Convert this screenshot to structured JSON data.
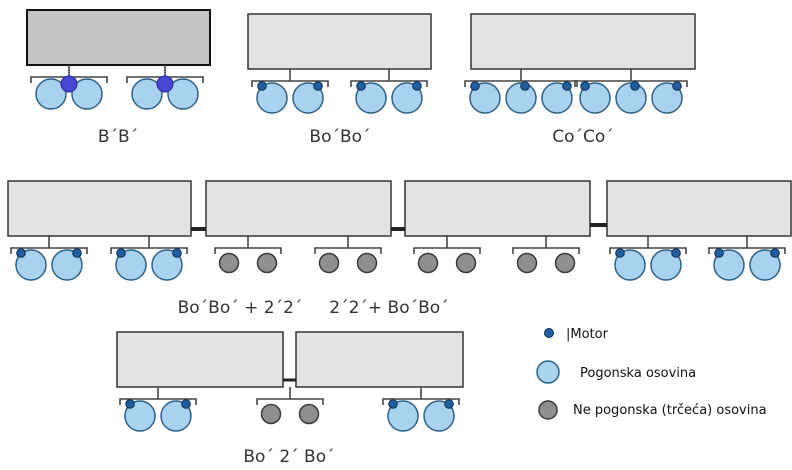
{
  "colors": {
    "body_dark": "#c3c3c3",
    "body_light": "#e3e3e3",
    "outline": "#333333",
    "powered_axle": "#a9d2f1",
    "powered_axle_stroke": "#2e5f86",
    "motor": "#1f5fa0",
    "motor_bb": "#4a46d6",
    "idle_axle": "#8f8f8f",
    "idle_axle_stroke": "#3a3a3a"
  },
  "configurations": [
    {
      "id": "BB",
      "label": "B´B´"
    },
    {
      "id": "BoBo",
      "label": "Bo´Bo´"
    },
    {
      "id": "CoCo",
      "label": "Co´Co´"
    },
    {
      "id": "BoBo22",
      "label": "Bo´Bo´ + 2´2´"
    },
    {
      "id": "22BoBo",
      "label": "2´2´+ Bo´Bo´"
    },
    {
      "id": "Bo2Bo",
      "label": "Bo´ 2´ Bo´"
    }
  ],
  "legend": {
    "motor": "|Motor",
    "powered_axle": "Pogonska osovina",
    "idle_axle": "Ne pogonska  (trčeća)  osovina"
  }
}
